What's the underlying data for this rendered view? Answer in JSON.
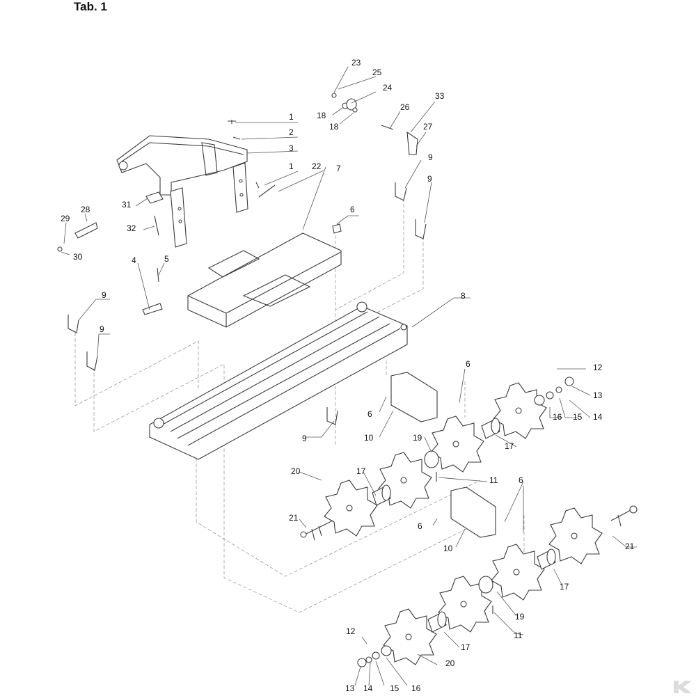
{
  "page": {
    "title": "Tab. 1"
  },
  "diagram": {
    "callouts": [
      {
        "id": "c1a",
        "label": "1"
      },
      {
        "id": "c2",
        "label": "2"
      },
      {
        "id": "c3",
        "label": "3"
      },
      {
        "id": "c1b",
        "label": "1"
      },
      {
        "id": "c22",
        "label": "22"
      },
      {
        "id": "c7",
        "label": "7"
      },
      {
        "id": "c23",
        "label": "23"
      },
      {
        "id": "c25",
        "label": "25"
      },
      {
        "id": "c24",
        "label": "24"
      },
      {
        "id": "c18a",
        "label": "18"
      },
      {
        "id": "c18b",
        "label": "18"
      },
      {
        "id": "c26",
        "label": "26"
      },
      {
        "id": "c33",
        "label": "33"
      },
      {
        "id": "c27",
        "label": "27"
      },
      {
        "id": "c9a",
        "label": "9"
      },
      {
        "id": "c9b",
        "label": "9"
      },
      {
        "id": "c6a",
        "label": "6"
      },
      {
        "id": "c28",
        "label": "28"
      },
      {
        "id": "c29",
        "label": "29"
      },
      {
        "id": "c30",
        "label": "30"
      },
      {
        "id": "c31",
        "label": "31"
      },
      {
        "id": "c32",
        "label": "32"
      },
      {
        "id": "c4",
        "label": "4"
      },
      {
        "id": "c5",
        "label": "5"
      },
      {
        "id": "c9c",
        "label": "9"
      },
      {
        "id": "c9d",
        "label": "9"
      },
      {
        "id": "c8",
        "label": "8"
      },
      {
        "id": "c6b",
        "label": "6"
      },
      {
        "id": "c12a",
        "label": "12"
      },
      {
        "id": "c13a",
        "label": "13"
      },
      {
        "id": "c16a",
        "label": "16"
      },
      {
        "id": "c15a",
        "label": "15"
      },
      {
        "id": "c14a",
        "label": "14"
      },
      {
        "id": "c6c",
        "label": "6"
      },
      {
        "id": "c10a",
        "label": "10"
      },
      {
        "id": "c9e",
        "label": "9"
      },
      {
        "id": "c19a",
        "label": "19"
      },
      {
        "id": "c17a",
        "label": "17"
      },
      {
        "id": "c20a",
        "label": "20"
      },
      {
        "id": "c17b",
        "label": "17"
      },
      {
        "id": "c11a",
        "label": "11"
      },
      {
        "id": "c21a",
        "label": "21"
      },
      {
        "id": "c6d",
        "label": "6"
      },
      {
        "id": "c6e",
        "label": "6"
      },
      {
        "id": "c10b",
        "label": "10"
      },
      {
        "id": "c21b",
        "label": "21"
      },
      {
        "id": "c17c",
        "label": "17"
      },
      {
        "id": "c19b",
        "label": "19"
      },
      {
        "id": "c11b",
        "label": "11"
      },
      {
        "id": "c17d",
        "label": "17"
      },
      {
        "id": "c12b",
        "label": "12"
      },
      {
        "id": "c20b",
        "label": "20"
      },
      {
        "id": "c13b",
        "label": "13"
      },
      {
        "id": "c14b",
        "label": "14"
      },
      {
        "id": "c15b",
        "label": "15"
      },
      {
        "id": "c16b",
        "label": "16"
      }
    ]
  },
  "logo": {
    "icon": "brand-k-icon",
    "color": "#dcdcdc"
  }
}
